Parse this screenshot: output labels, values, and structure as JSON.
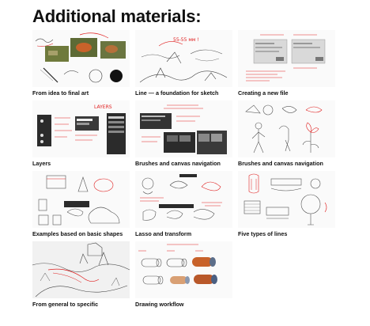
{
  "page": {
    "title": "Additional materials:"
  },
  "materials": [
    {
      "title": "From idea to final art"
    },
    {
      "title": "Line — a foundation for sketch"
    },
    {
      "title": "Creating a new file"
    },
    {
      "title": "Layers"
    },
    {
      "title": "Brushes and canvas navigation"
    },
    {
      "title": "Brushes and canvas navigation"
    },
    {
      "title": "Examples based on basic shapes"
    },
    {
      "title": "Lasso and transform"
    },
    {
      "title": "Five types of lines"
    },
    {
      "title": "From general to specific"
    },
    {
      "title": "Drawing workflow"
    }
  ],
  "colors": {
    "accent_red": "#e02020",
    "sketch_gray": "#555555",
    "ui_dark": "#2b2b2b",
    "paint_green": "#6f7a3c",
    "paint_orange": "#c8622a"
  }
}
